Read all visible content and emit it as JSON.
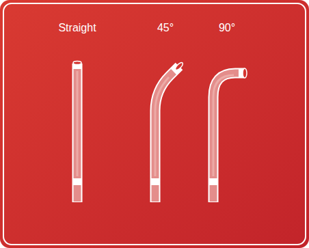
{
  "diagram": {
    "labels": [
      "Straight",
      "45°",
      "90°"
    ]
  }
}
